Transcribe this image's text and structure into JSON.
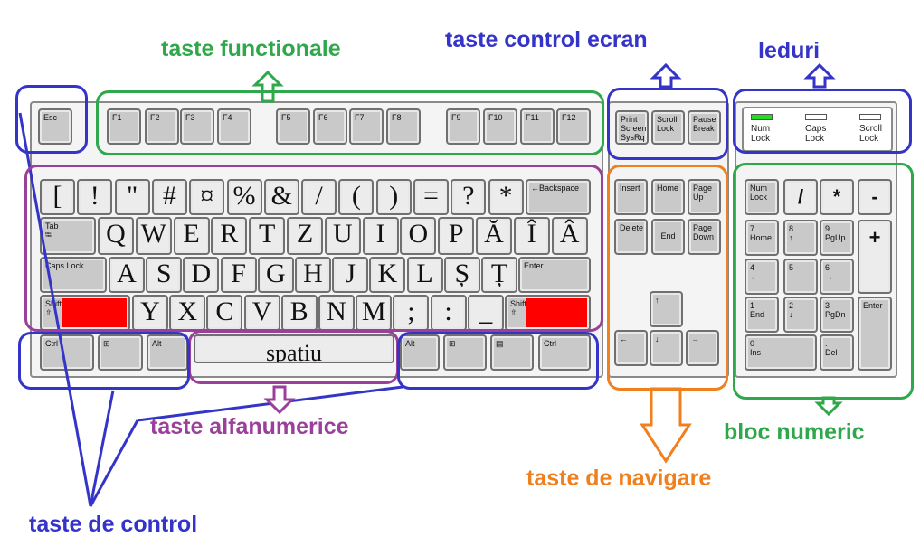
{
  "labels": {
    "functional": "taste functionale",
    "screen": "taste control ecran",
    "leds": "leduri",
    "alnum": "taste alfanumerice",
    "nav": "taste de navigare",
    "numpad": "bloc numeric",
    "control": "taste de control"
  },
  "colors": {
    "green": "#2ea84a",
    "blue": "#3434c8",
    "purple": "#9a3f9a",
    "orange": "#f07f1e",
    "led_on": "#22dd22",
    "shift": "#ff0000"
  },
  "esc": "Esc",
  "fkeys": [
    "F1",
    "F2",
    "F3",
    "F4",
    "F5",
    "F6",
    "F7",
    "F8",
    "F9",
    "F10",
    "F11",
    "F12"
  ],
  "screen_keys": [
    "Print\nScreen\nSysRq",
    "Scroll\nLock",
    "Pause\nBreak"
  ],
  "leds": [
    {
      "label": "Num\nLock",
      "on": true
    },
    {
      "label": "Caps\nLock",
      "on": false
    },
    {
      "label": "Scroll\nLock",
      "on": false
    }
  ],
  "row1": [
    "[",
    "!",
    "\"",
    "#",
    "¤",
    "%",
    "&",
    "/",
    "(",
    ")",
    "=",
    "?",
    "*"
  ],
  "backspace": "←Backspace",
  "tab": "Tab\n⭾",
  "row2": [
    "Q",
    "W",
    "E",
    "R",
    "T",
    "Z",
    "U",
    "I",
    "O",
    "P",
    "Ă",
    "Î",
    "Â"
  ],
  "caps": "Caps Lock",
  "row3": [
    "A",
    "S",
    "D",
    "F",
    "G",
    "H",
    "J",
    "K",
    "L",
    "Ș",
    "Ț"
  ],
  "enter": "Enter",
  "shift": "Shift\n⇧",
  "row4": [
    "Y",
    "X",
    "C",
    "V",
    "B",
    "N",
    "M",
    ";",
    ":",
    "_"
  ],
  "bottom": {
    "ctrl": "Ctrl",
    "win": "⊞",
    "alt": "Alt",
    "space": "spațiu",
    "menu": "▤"
  },
  "nav": [
    "Insert",
    "Home",
    "Page\nUp",
    "Delete",
    "End",
    "Page\nDown",
    "↑",
    "←",
    "↓",
    "→"
  ],
  "numpad": [
    "Num\nLock",
    "/",
    "*",
    "-",
    "7\nHome",
    "8\n↑",
    "9\nPgUp",
    "+",
    "4\n←",
    "5",
    "6\n→",
    "1\nEnd",
    "2\n↓",
    "3\nPgDn",
    "Enter",
    "0\nIns",
    ".\nDel"
  ]
}
